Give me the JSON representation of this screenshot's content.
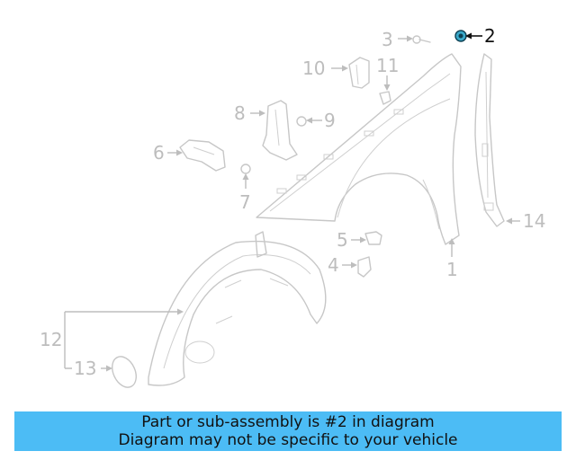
{
  "colors": {
    "highlight": "#3aa8c9",
    "banner": "#4cbcf5",
    "inactive": "#bdbdbd",
    "active": "#111111"
  },
  "callouts": [
    {
      "id": "1",
      "label": "1"
    },
    {
      "id": "2",
      "label": "2",
      "active": true
    },
    {
      "id": "3",
      "label": "3"
    },
    {
      "id": "4",
      "label": "4"
    },
    {
      "id": "5",
      "label": "5"
    },
    {
      "id": "6",
      "label": "6"
    },
    {
      "id": "7",
      "label": "7"
    },
    {
      "id": "8",
      "label": "8"
    },
    {
      "id": "9",
      "label": "9"
    },
    {
      "id": "10",
      "label": "10"
    },
    {
      "id": "11",
      "label": "11"
    },
    {
      "id": "12",
      "label": "12"
    },
    {
      "id": "13",
      "label": "13"
    },
    {
      "id": "14",
      "label": "14"
    }
  ],
  "banner": {
    "line1": "Part or sub-assembly is #2 in diagram",
    "line2": "Diagram may not be specific to your vehicle"
  }
}
